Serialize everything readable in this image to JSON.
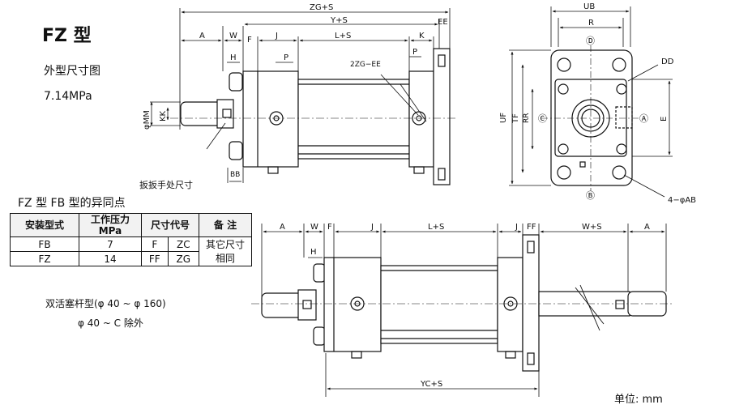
{
  "title": "FZ 型",
  "subtitle": "外型尺寸图",
  "pressure": "7.14MPa",
  "difference_title": "FZ 型 FB 型的异同点",
  "table": {
    "headers": [
      "安装型式",
      "工作压力 MPa",
      "尺寸代号",
      "备 注"
    ],
    "rows": [
      {
        "type": "FB",
        "pressure": "7",
        "code1": "F",
        "code2": "ZC"
      },
      {
        "type": "FZ",
        "pressure": "14",
        "code1": "FF",
        "code2": "ZG"
      }
    ],
    "remark": "其它尺寸相同"
  },
  "double_rod_note": "双活塞杆型(φ 40 ~ φ 160)",
  "double_rod_exception": "φ 40 ~ C 除外",
  "unit": "单位: mm",
  "dims": {
    "zg_s": "ZG+S",
    "y_s": "Y+S",
    "ee": "EE",
    "a": "A",
    "w": "W",
    "f": "F",
    "j": "J",
    "l_s": "L+S",
    "k": "K",
    "h": "H",
    "p": "P",
    "zg_ee": "2ZG−EE",
    "mm": "φMM",
    "kk": "KK",
    "bb": "BB",
    "wrench": "扳扳手处尺寸",
    "ub": "UB",
    "r": "R",
    "dd": "DD",
    "uf": "UF",
    "tf": "TF",
    "rr": "RR",
    "e": "E",
    "ab": "4−φAB",
    "ff": "FF",
    "w_s": "W+S",
    "yc_s": "YC+S"
  },
  "port_marks": {
    "d": "Ⓓ",
    "c": "Ⓒ",
    "a": "Ⓐ",
    "b": "Ⓑ"
  }
}
